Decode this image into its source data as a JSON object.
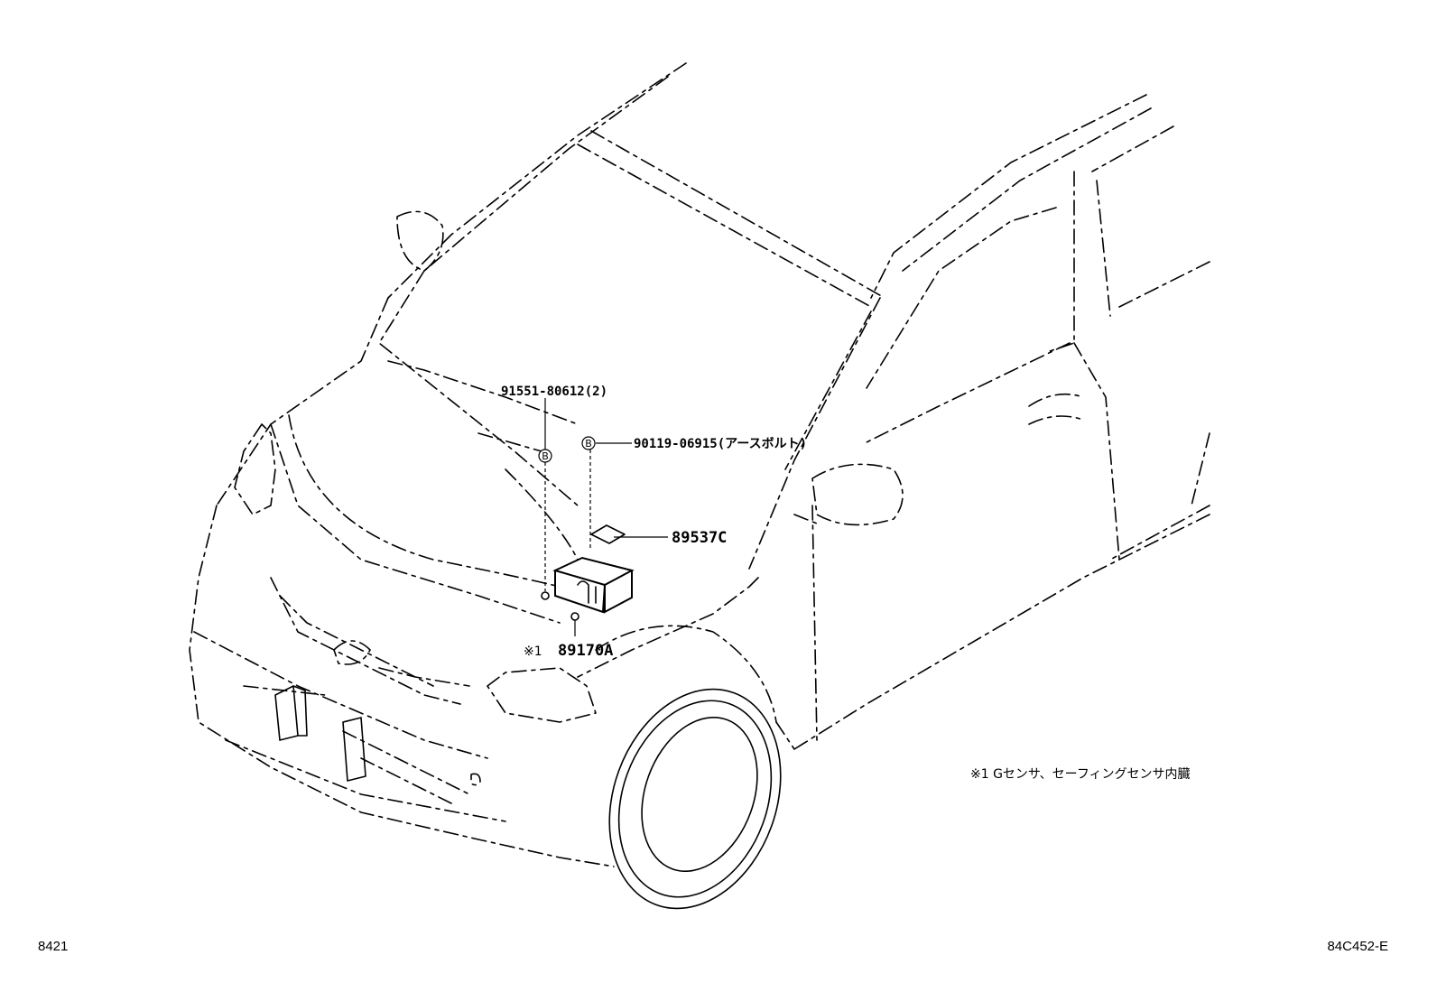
{
  "labels": {
    "part_bolt_pair": "91551-80612(2)",
    "part_earth_bolt": "90119-06915(アースボルト)",
    "part_label": "89537C",
    "part_unit": "89170A",
    "part_unit_prefix": "※1",
    "bolt_marker": "B",
    "note": "※1 Gセンサ、セーフィングセンサ内臓",
    "page_code_left": "8421",
    "page_code_right": "84C452-E"
  }
}
